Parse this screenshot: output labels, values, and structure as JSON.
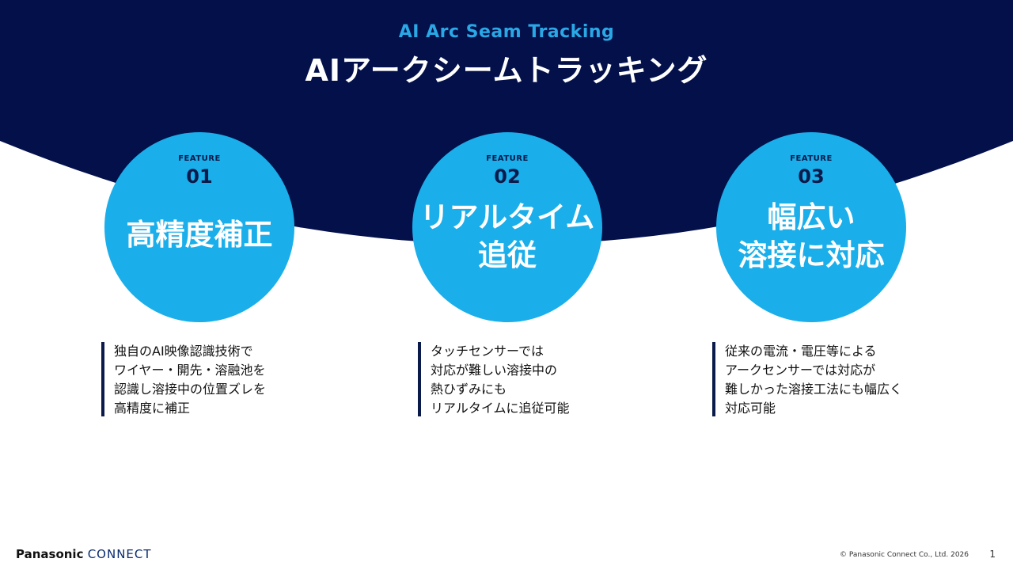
{
  "header": {
    "subtitle": "AI Arc Seam Tracking",
    "title": "AIアークシームトラッキング"
  },
  "features": [
    {
      "tag": "FEATURE",
      "number": "01",
      "title_lines": [
        "高精度補正"
      ],
      "description": [
        "独自のAI映像認識技術で",
        "ワイヤー・開先・溶融池を",
        "認識し溶接中の位置ズレを",
        "高精度に補正"
      ]
    },
    {
      "tag": "FEATURE",
      "number": "02",
      "title_lines": [
        "リアルタイム",
        "追従"
      ],
      "description": [
        "タッチセンサーでは",
        "対応が難しい溶接中の",
        "熱ひずみにも",
        "リアルタイムに追従可能"
      ]
    },
    {
      "tag": "FEATURE",
      "number": "03",
      "title_lines": [
        "幅広い",
        "溶接に対応"
      ],
      "description": [
        "従来の電流・電圧等による",
        "アークセンサーでは対応が",
        "難しかった溶接工法にも幅広く",
        "対応可能"
      ]
    }
  ],
  "footer": {
    "brand": "Panasonic",
    "brand_suffix": "CONNECT",
    "copyright": "© Panasonic Connect Co., Ltd. 2026",
    "page_number": "1"
  },
  "colors": {
    "navy": "#03104a",
    "accent_blue": "#1aaeea",
    "subtitle_blue": "#2aa8e6"
  }
}
